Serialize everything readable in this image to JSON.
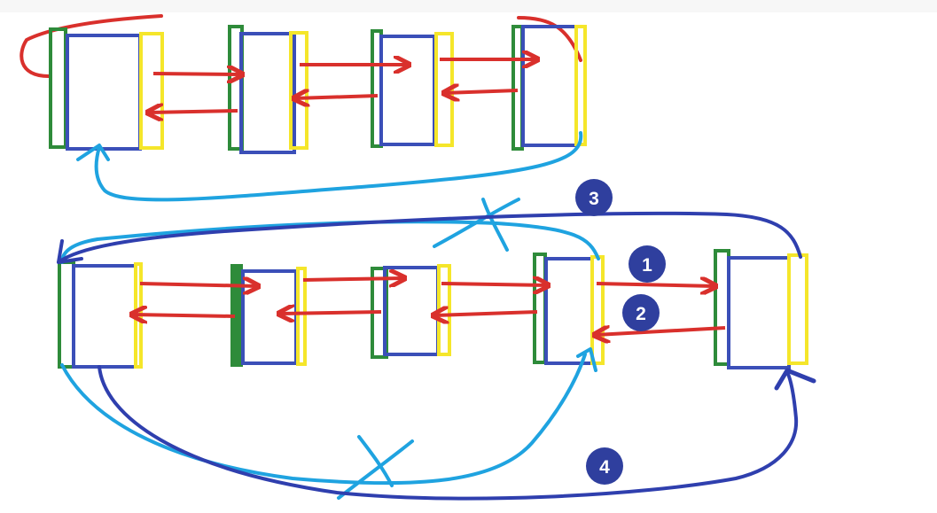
{
  "colors": {
    "background": "#ffffff",
    "topbar": "#f7f7f7",
    "node_body": "#3b4fb8",
    "prev_pointer": "#2e8b3a",
    "next_pointer": "#f5e62a",
    "link_arrow": "#d9302c",
    "wrap_link_light": "#1fa3e0",
    "wrap_link_dark": "#2f3fae",
    "step_badge": "#2f3f9e",
    "step_text": "#ffffff"
  },
  "steps": [
    {
      "label": "1"
    },
    {
      "label": "2"
    },
    {
      "label": "3"
    },
    {
      "label": "4"
    }
  ],
  "icons": {
    "removed_link_mark": "cross-out-x-icon"
  }
}
